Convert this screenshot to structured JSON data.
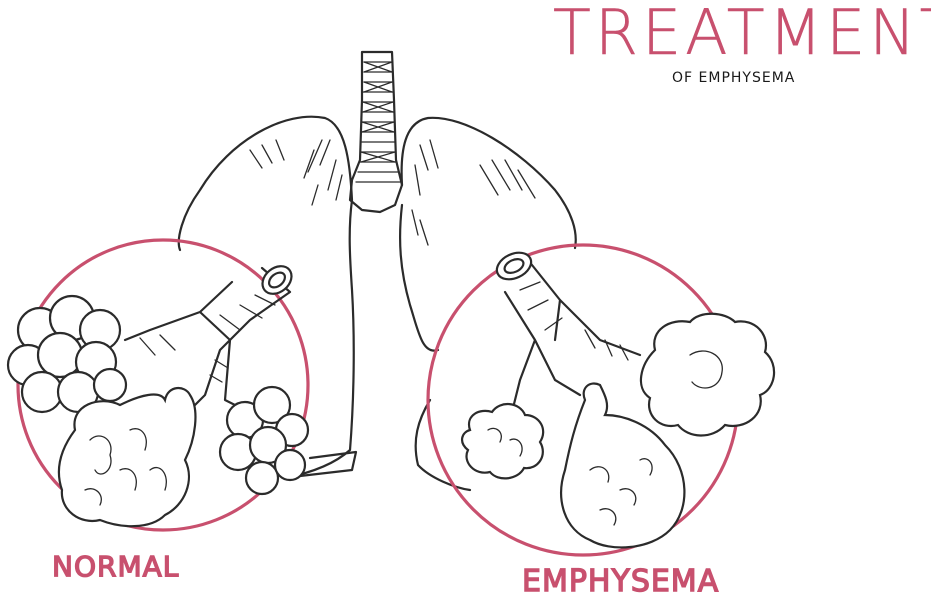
{
  "title": "TREATMENT",
  "subtitle": "OF EMPHYSEMA",
  "labels": {
    "normal": "NORMAL",
    "emphysema": "EMPHYSEMA"
  },
  "colors": {
    "accent": "#c8506e",
    "ink": "#2b2b2b",
    "background": "#ffffff"
  }
}
